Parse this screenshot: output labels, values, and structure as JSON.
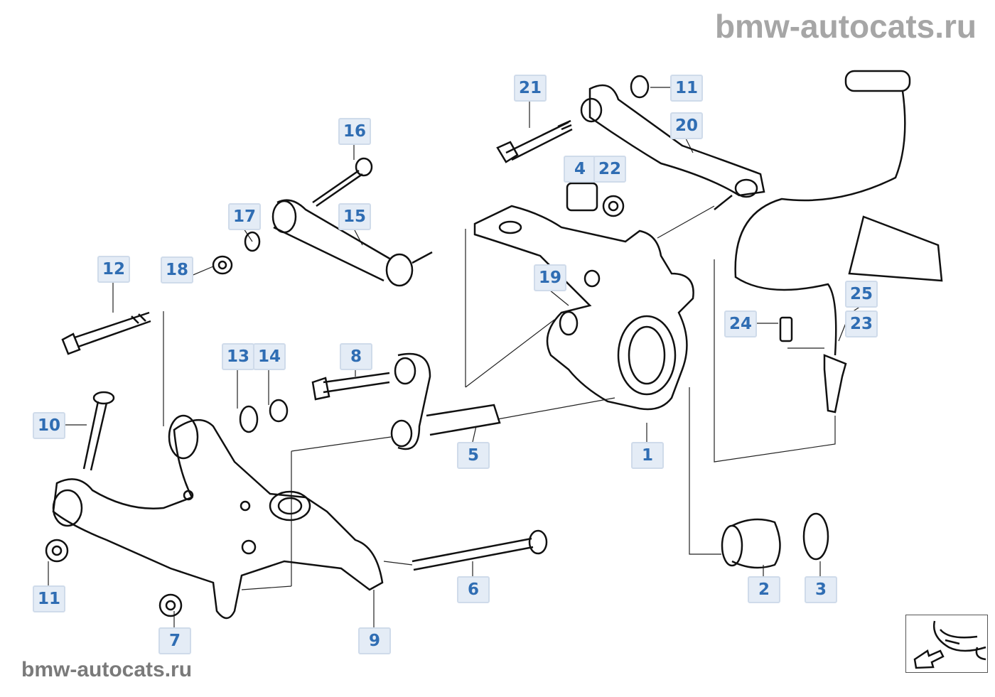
{
  "watermark_top": "bmw-autocats.ru",
  "watermark_bottom": "bmw-autocats.ru",
  "labels": [
    "21",
    "11",
    "16",
    "20",
    "4",
    "22",
    "17",
    "15",
    "12",
    "18",
    "19",
    "25",
    "24",
    "23",
    "13",
    "14",
    "8",
    "10",
    "5",
    "1",
    "6",
    "2",
    "3",
    "11",
    "7",
    "9"
  ],
  "colors": {
    "label_text": "#2f6db3",
    "label_bg": "#e4ecf6",
    "label_border": "#cfdbea",
    "watermark": "#a6a6a6"
  },
  "nav_thumbnail": {
    "icon": "car-front-arrow-icon"
  }
}
